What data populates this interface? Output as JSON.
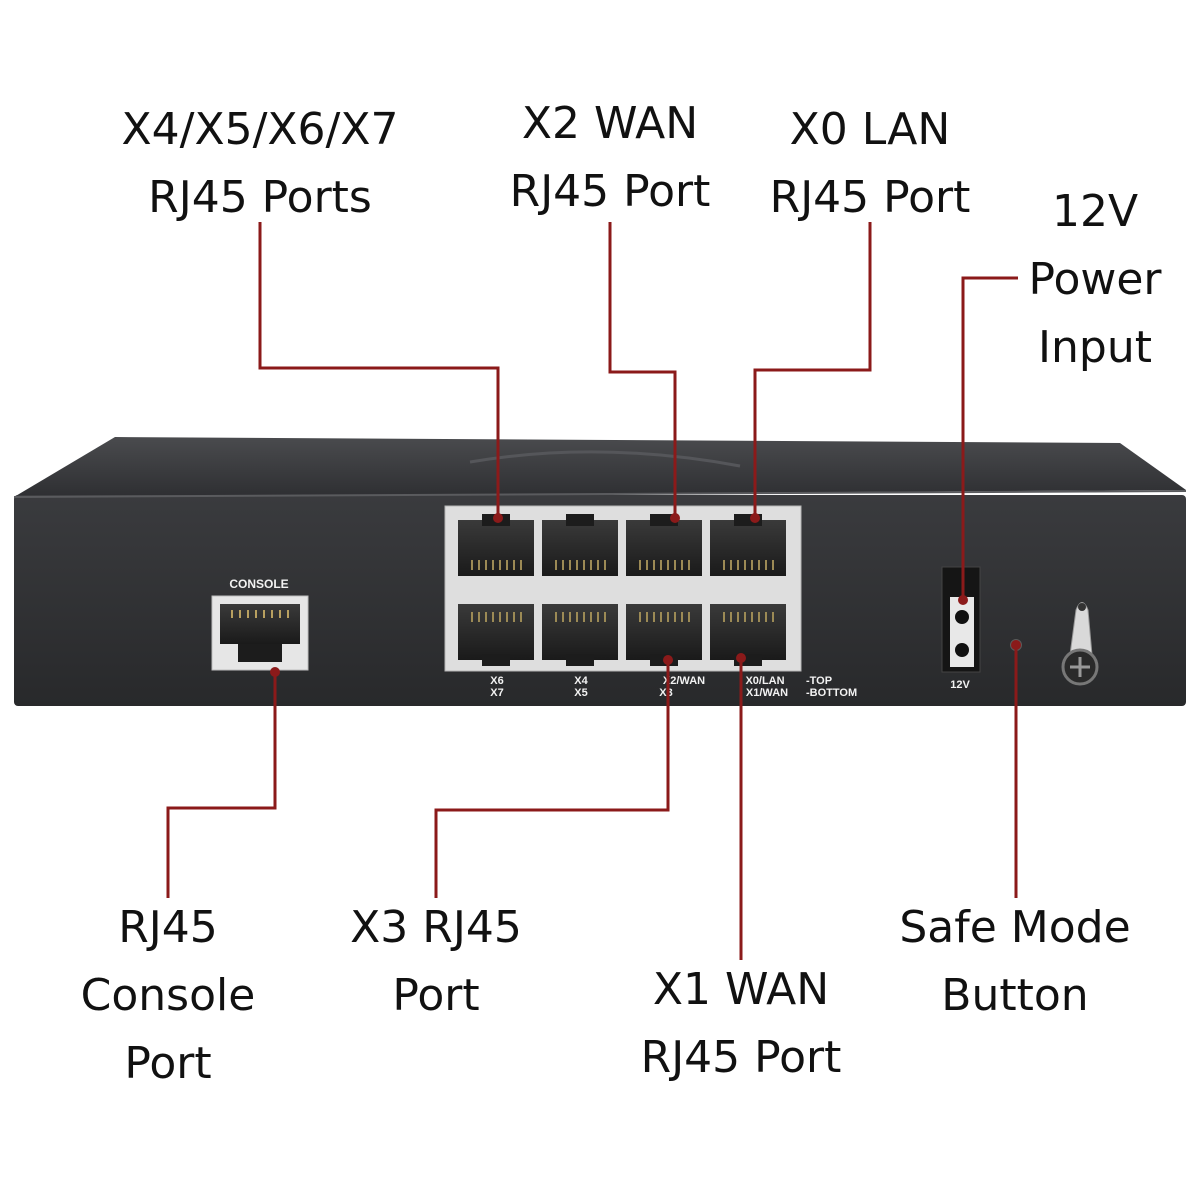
{
  "callouts": {
    "x4_x7": [
      "X4/X5/X6/X7",
      "RJ45 Ports"
    ],
    "x2_wan": [
      "X2 WAN",
      "RJ45 Port"
    ],
    "x0_lan": [
      "X0 LAN",
      "RJ45 Port"
    ],
    "power": [
      "12V",
      "Power",
      "Input"
    ],
    "console": [
      "RJ45",
      "Console",
      "Port"
    ],
    "x3": [
      "X3 RJ45",
      "Port"
    ],
    "x1_wan": [
      "X1 WAN",
      "RJ45 Port"
    ],
    "safe_mode": [
      "Safe Mode",
      "Button"
    ]
  },
  "device_labels": {
    "console": "CONSOLE",
    "ports_col1": [
      "X6",
      "X7"
    ],
    "ports_col2": [
      "X4",
      "X5"
    ],
    "ports_col3": [
      "X2/WAN",
      "X3"
    ],
    "ports_col4": [
      "X0/LAN",
      "X1/WAN"
    ],
    "top_note": "-TOP",
    "bottom_note": "-BOTTOM",
    "power_label": "12V"
  },
  "colors": {
    "leader_line": "#8b1a1a",
    "chassis": "#2b2c2e",
    "port_panel": "#dcdcdc",
    "text": "#111111"
  }
}
